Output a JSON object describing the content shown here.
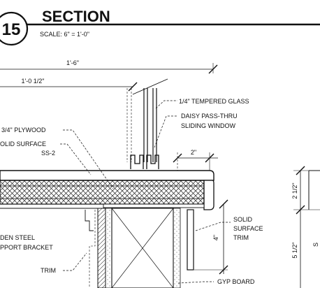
{
  "header": {
    "section_number": "15",
    "title": "SECTION",
    "scale": "SCALE:  6\" = 1'-0\""
  },
  "dimensions": {
    "overall": "1'-6\"",
    "partial": "1'-0 1/2\"",
    "edge": "2\"",
    "trim_height": "4\"",
    "right_upper": "2 1/2\"",
    "right_lower": "5 1/2\""
  },
  "labels": {
    "tempered_glass": "1/4\" TEMPERED GLASS",
    "window_line1": "DAISY PASS-THRU",
    "window_line2": "SLIDING WINDOW",
    "plywood": "3/4\" PLYWOOD",
    "solid_surface_line1": "OLID SURFACE",
    "solid_surface_line2": "SS-2",
    "bracket_line1": "DEN STEEL",
    "bracket_line2": "PPORT BRACKET",
    "trim": "TRIM",
    "ss_trim_line1": "SOLID",
    "ss_trim_line2": "SURFACE",
    "ss_trim_line3": "TRIM",
    "gyp_board": "GYP BOARD",
    "edge_fragment": "S"
  }
}
